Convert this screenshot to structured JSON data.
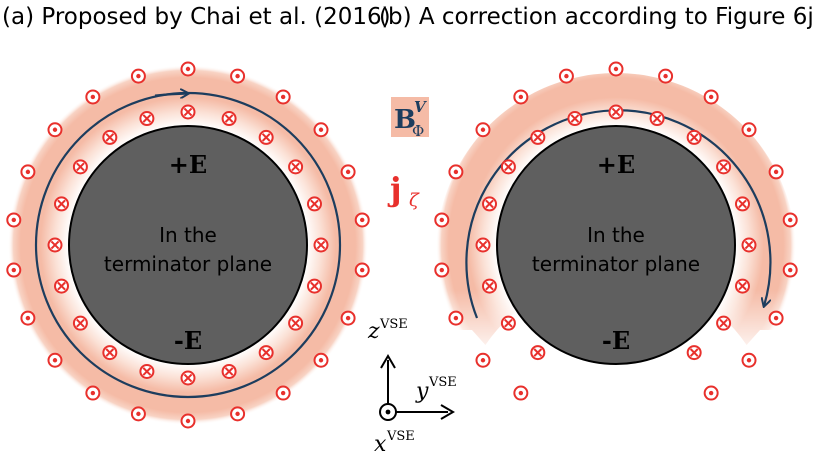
{
  "panel_a": {
    "title": "(a) Proposed by Chai et al. (2016)",
    "top_label": "+E",
    "bottom_label": "-E",
    "center_line1": "In the",
    "center_line2": "terminator plane"
  },
  "panel_b": {
    "title": "(b) A correction according to Figure 6j",
    "top_label": "+E",
    "bottom_label": "-E",
    "center_line1": "In the",
    "center_line2": "terminator plane"
  },
  "legend": {
    "b_main": "B",
    "b_sup": "V",
    "b_sub": "Φ",
    "j_main": "j",
    "j_sub": "ζ"
  },
  "axes": {
    "z_label": "z",
    "y_label": "y",
    "x_label": "x",
    "superscript": "VSE"
  },
  "colors": {
    "planet": "#5f5f5f",
    "band": "#f5bba6",
    "symbol_red": "#e8302c",
    "arrow_navy": "#1d3d5e"
  }
}
